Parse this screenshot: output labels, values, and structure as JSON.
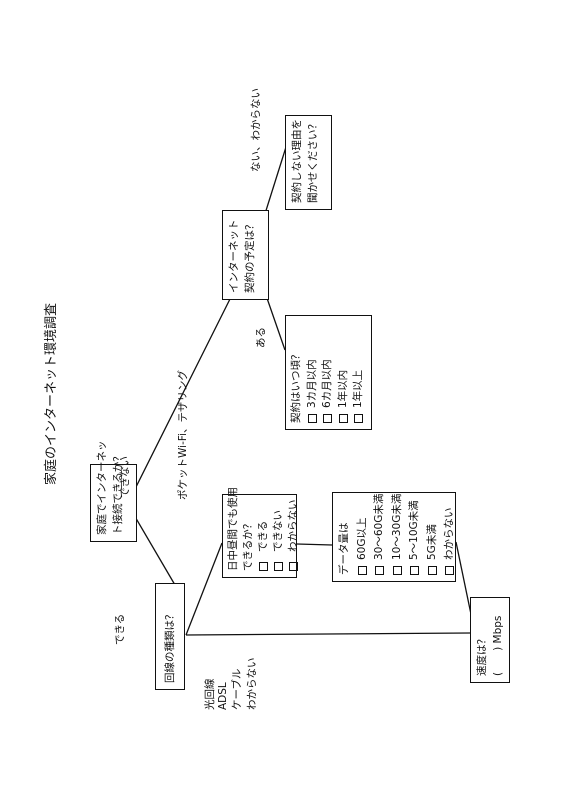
{
  "title": "家庭のインターネット環境調査",
  "q_home": {
    "line1": "家庭でインターネッ",
    "line2": "ト接続できるか？"
  },
  "edge_can": "できる",
  "edge_cannot": "できない",
  "q_line_type": "回線の種類は？",
  "line_options": [
    "光回線",
    "ADSL",
    "ケーブル",
    "わからない"
  ],
  "edge_pocket": "ポケットWi-Fi、テザリング",
  "q_daytime": {
    "line1": "日中昼間でも使用",
    "line2": "できるか？",
    "options": [
      "できる",
      "できない",
      "わからない"
    ]
  },
  "q_data": {
    "title": "データ量は",
    "options": [
      "60G以上",
      "30～60G未満",
      "10～30G未満",
      "5～10G未満",
      "5G未満",
      "わからない"
    ]
  },
  "q_speed": {
    "line1": "速度は？",
    "line2": "(　　)  Mbps"
  },
  "q_contract": {
    "line1": "インターネット",
    "line2": "契約の予定は？"
  },
  "edge_yes": "ある",
  "edge_no": "ない、わからない",
  "q_when": {
    "title": "契約はいつ頃？",
    "options": [
      "3カ月以内",
      "6カ月以内",
      "1年以内",
      "1年以上"
    ]
  },
  "q_reason": {
    "line1": "契約しない理由を",
    "line2": "聞かせください？"
  }
}
